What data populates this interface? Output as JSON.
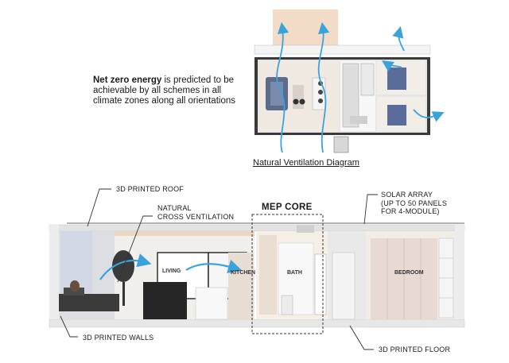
{
  "intro": {
    "bold": "Net zero energy",
    "rest": " is predicted to be achievable by all schemes in all climate zones along all orientations"
  },
  "plan_caption": "Natural Ventilation Diagram",
  "callouts": {
    "roof": "3D PRINTED ROOF",
    "ventilation_line1": "NATURAL",
    "ventilation_line2": "CROSS VENTILATION",
    "core": "MEP CORE",
    "solar_line1": "SOLAR ARRAY",
    "solar_line2": "(UP TO 50 PANELS",
    "solar_line3": "FOR 4-MODULE)",
    "walls": "3D PRINTED WALLS",
    "floor": "3D PRINTED FLOOR"
  },
  "rooms": {
    "living": "LIVING",
    "kitchen": "KITCHEN",
    "bath": "BATH",
    "bedroom": "BEDROOM"
  },
  "colors": {
    "arrow": "#3aa3dd",
    "wood": "#f0dac0",
    "wall": "#e8e8e8",
    "dark": "#2f2f2f"
  }
}
